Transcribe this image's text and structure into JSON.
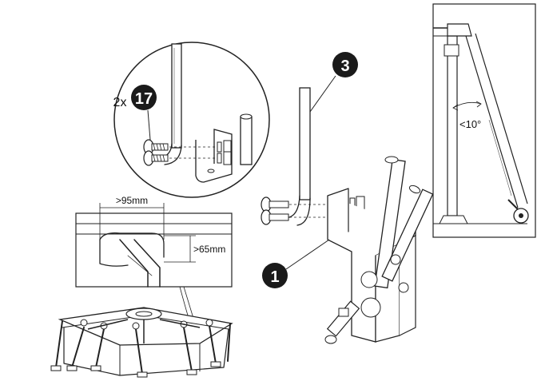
{
  "callouts": {
    "part_1": "1",
    "part_3": "3",
    "part_17": "17",
    "quantity_prefix": "2x"
  },
  "dimensions": {
    "width_label": ">95mm",
    "height_label": ">65mm",
    "angle_label": "<10°"
  },
  "colors": {
    "line": "#222222",
    "badge": "#1a1a1a",
    "background": "#ffffff"
  },
  "icons": [
    "bolt-icon",
    "washer-icon",
    "nut-icon",
    "pole-icon",
    "bracket-icon"
  ]
}
